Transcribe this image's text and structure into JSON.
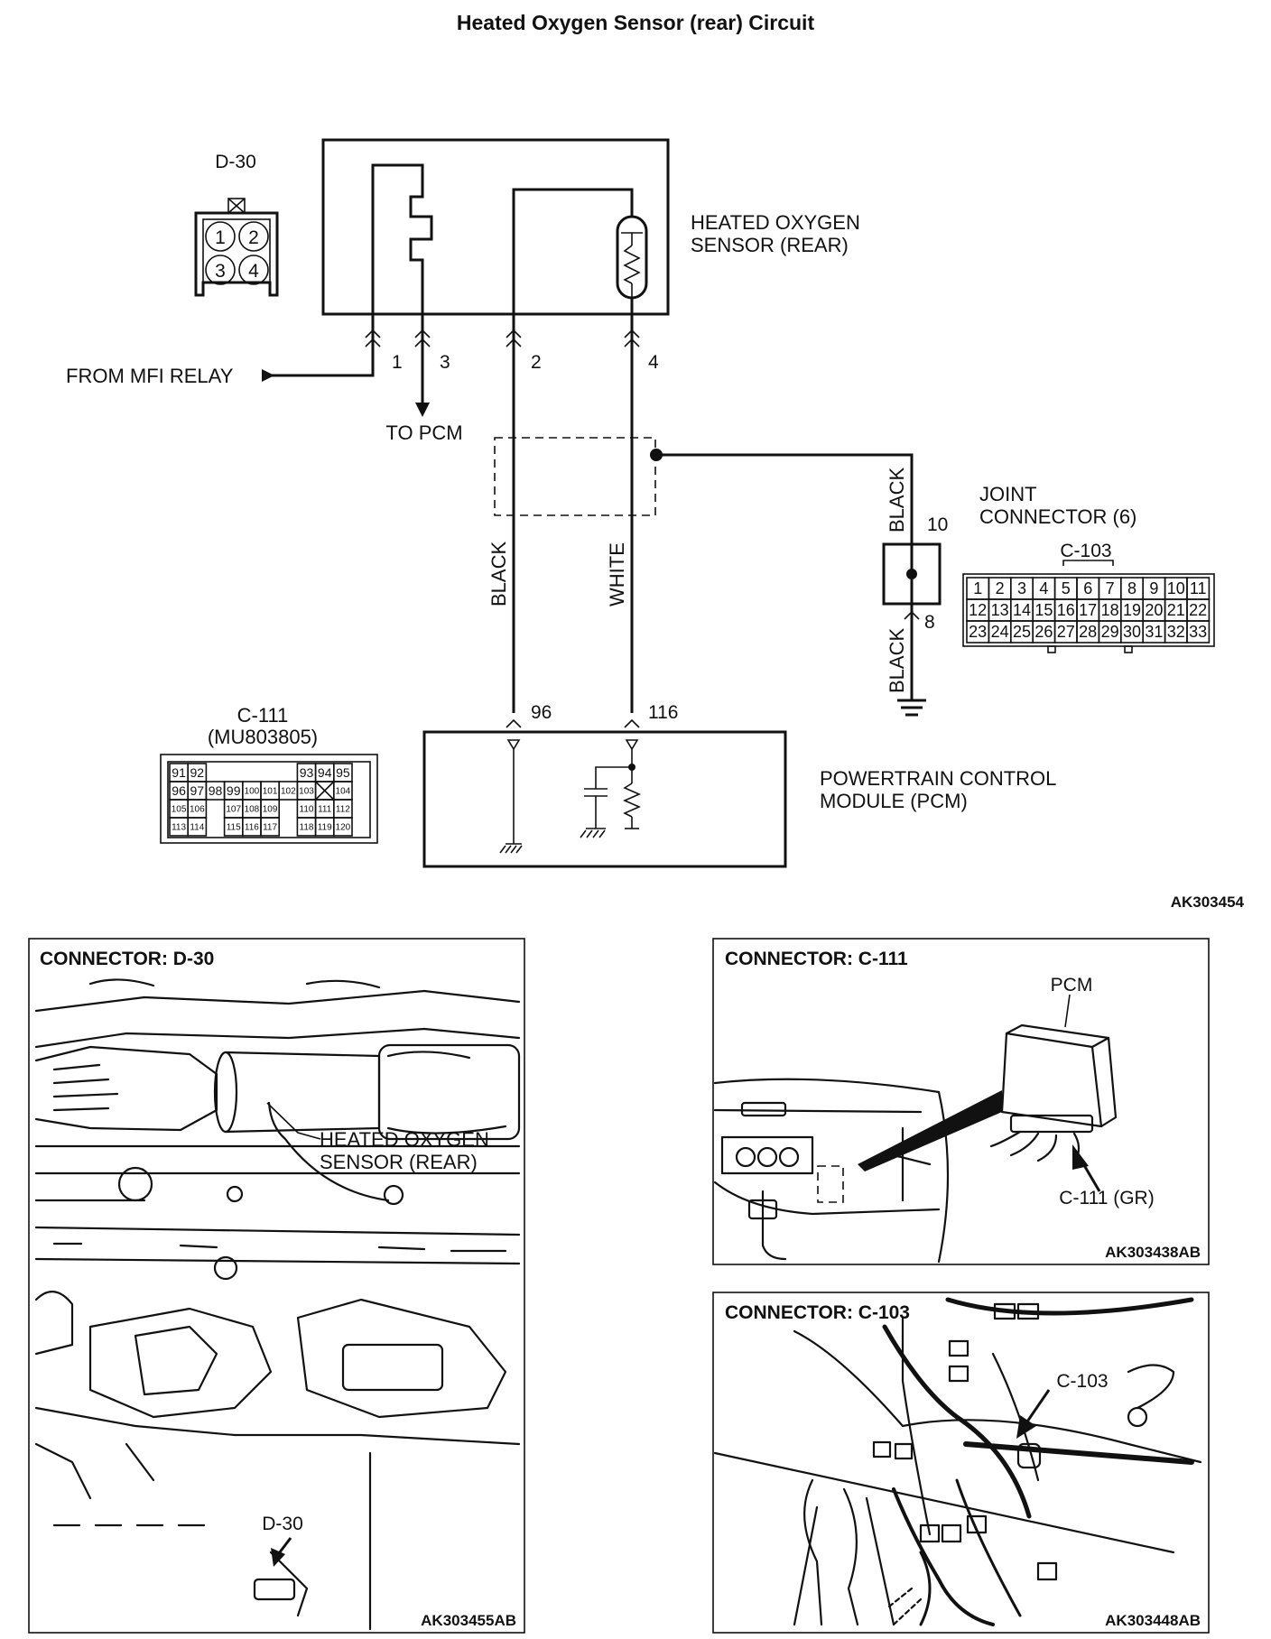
{
  "title": "Heated Oxygen Sensor (rear) Circuit",
  "schematic": {
    "d30_label": "D-30",
    "d30_pins": [
      "1",
      "2",
      "3",
      "4"
    ],
    "sensor_label_line1": "HEATED OXYGEN",
    "sensor_label_line2": "SENSOR (REAR)",
    "from_mfi_relay": "FROM MFI RELAY",
    "to_pcm": "TO PCM",
    "pin_1": "1",
    "pin_2": "2",
    "pin_3": "3",
    "pin_4": "4",
    "wire_black_left": "BLACK",
    "wire_white": "WHITE",
    "wire_black_top": "BLACK",
    "wire_black_bottom": "BLACK",
    "jc_pin_10": "10",
    "jc_pin_8": "8",
    "joint_connector_line1": "JOINT",
    "joint_connector_line2": "CONNECTOR (6)",
    "c103_label": "C-103",
    "c103_pins": [
      [
        "1",
        "2",
        "3",
        "4",
        "5",
        "6",
        "7",
        "8",
        "9",
        "10",
        "11"
      ],
      [
        "12",
        "13",
        "14",
        "15",
        "16",
        "17",
        "18",
        "19",
        "20",
        "21",
        "22"
      ],
      [
        "23",
        "24",
        "25",
        "26",
        "27",
        "28",
        "29",
        "30",
        "31",
        "32",
        "33"
      ]
    ],
    "c111_label": "C-111",
    "c111_part": "(MU803805)",
    "c111_rows": [
      [
        "91",
        "92",
        "",
        "",
        "",
        "",
        "",
        "93",
        "94",
        "95",
        ""
      ],
      [
        "96",
        "97",
        "98",
        "99",
        "100",
        "101",
        "102",
        "103",
        "",
        "104",
        ""
      ],
      [
        "105",
        "106",
        "",
        "107",
        "108",
        "109",
        "",
        "110",
        "111",
        "112",
        ""
      ],
      [
        "113",
        "114",
        "",
        "115",
        "116",
        "117",
        "",
        "118",
        "119",
        "120",
        ""
      ]
    ],
    "pcm_pin_96": "96",
    "pcm_pin_116": "116",
    "pcm_label_line1": "POWERTRAIN CONTROL",
    "pcm_label_line2": "MODULE (PCM)",
    "figure_id": "AK303454"
  },
  "panel_d30": {
    "header": "CONNECTOR: D-30",
    "callout_line1": "HEATED OXYGEN",
    "callout_line2": "SENSOR (REAR)",
    "connector_callout": "D-30",
    "figure_id": "AK303455AB"
  },
  "panel_c111": {
    "header": "CONNECTOR: C-111",
    "pcm_callout": "PCM",
    "connector_callout": "C-111 (GR)",
    "figure_id": "AK303438AB"
  },
  "panel_c103": {
    "header": "CONNECTOR: C-103",
    "connector_callout": "C-103",
    "figure_id": "AK303448AB"
  }
}
